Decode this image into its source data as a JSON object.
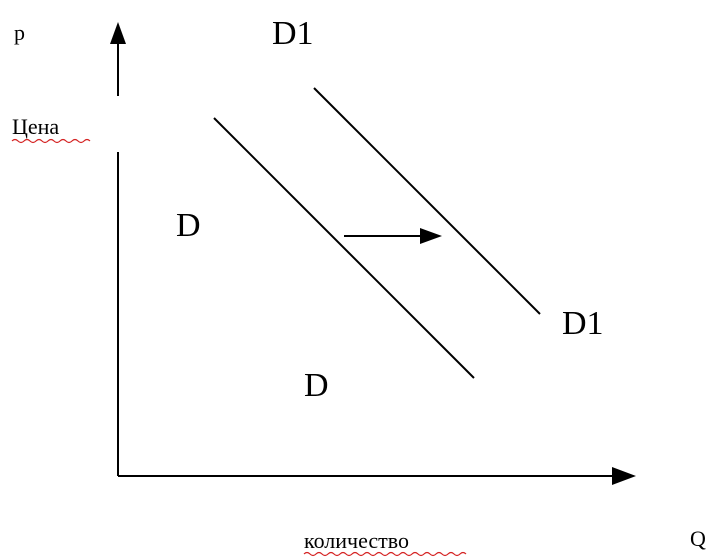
{
  "diagram": {
    "y_axis_symbol": "p",
    "y_axis_label": "Цена",
    "x_axis_symbol": "Q",
    "x_axis_label": "количество",
    "curve_d_label_left": "D",
    "curve_d_label_bottom": "D",
    "curve_d1_label_top": "D1",
    "curve_d1_label_right": "D1"
  },
  "colors": {
    "ink": "#000000",
    "spellcheck_underline": "#d42020"
  }
}
